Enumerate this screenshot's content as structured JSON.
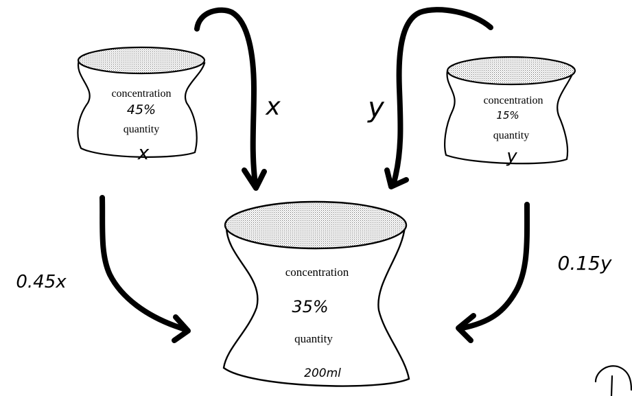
{
  "left_container": {
    "concentration_label": "concentration",
    "concentration_value": "45%",
    "quantity_label": "quantity",
    "quantity_value": "x"
  },
  "right_container": {
    "concentration_label": "concentration",
    "concentration_value": "15%",
    "quantity_label": "quantity",
    "quantity_value": "y"
  },
  "mix_container": {
    "concentration_label": "concentration",
    "concentration_value": "35%",
    "quantity_label": "quantity",
    "quantity_value": "200ml"
  },
  "pour_labels": {
    "left_amount": "x",
    "right_amount": "y",
    "left_substance": "0.45x",
    "right_substance": "0.15y"
  }
}
